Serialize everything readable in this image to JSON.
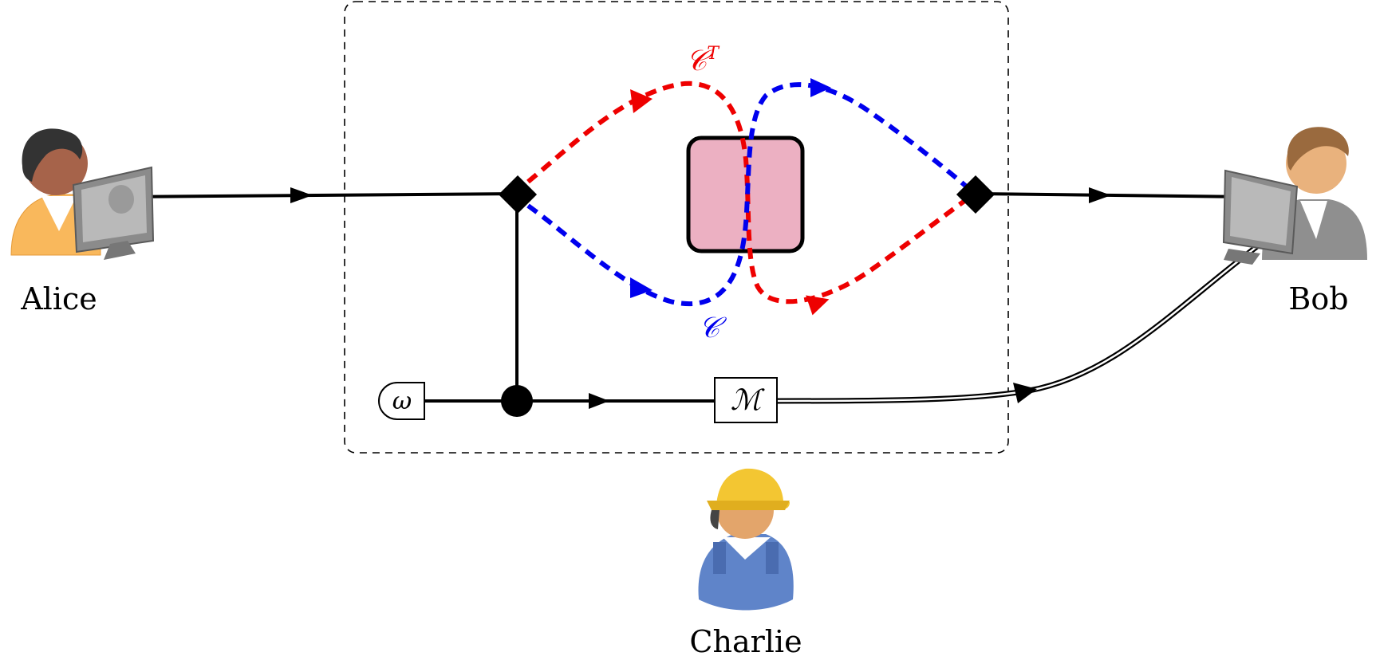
{
  "people": {
    "alice": {
      "name": "Alice"
    },
    "bob": {
      "name": "Bob"
    },
    "charlie": {
      "name": "Charlie"
    }
  },
  "labels": {
    "channel": "𝒞",
    "channel_transpose_base": "𝒞",
    "channel_transpose_sup": "T",
    "state": "ω",
    "measurement": "ℳ"
  },
  "colors": {
    "channel_path": "#0000ee",
    "transpose_path": "#ee0000",
    "unitary_box": "#ecb0c2",
    "wire": "#000000",
    "boundary": "#000000"
  },
  "icons": {
    "alice": "person-at-computer-icon",
    "bob": "person-at-computer-icon",
    "charlie": "worker-hardhat-icon"
  }
}
